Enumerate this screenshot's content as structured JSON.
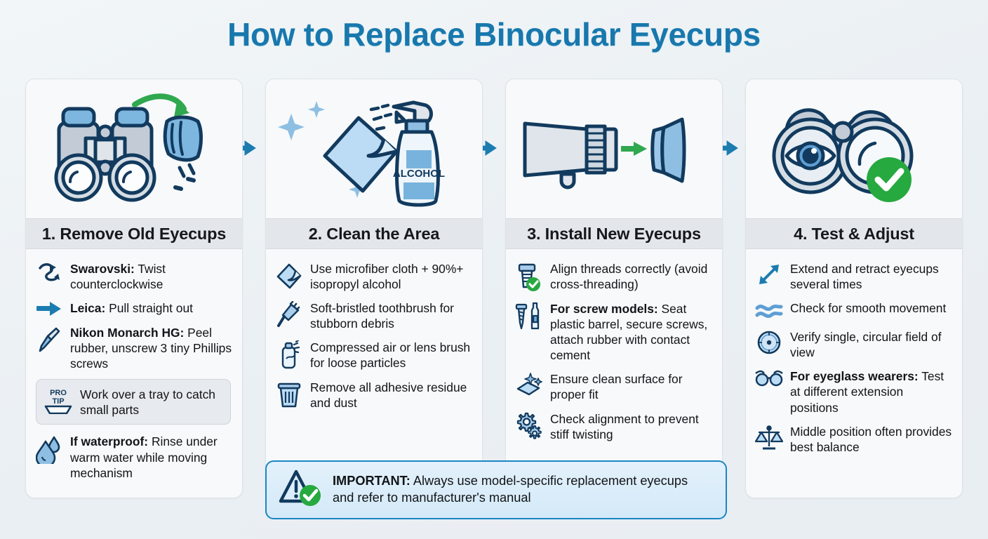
{
  "title": "How to Replace Binocular Eyecups",
  "colors": {
    "title_blue": "#1878ad",
    "arrow_blue": "#1b7cb0",
    "accent_green": "#2bb34a",
    "icon_outline": "#123a5e",
    "icon_fill": "#a9cdea",
    "panel_bg": "#f7f9fa",
    "panel_header_bg": "#e3e6eb",
    "page_bg": "#eef2f5"
  },
  "connectors": [
    {
      "name": "arrow-1-to-2",
      "glyph": "arrow-right-icon"
    },
    {
      "name": "arrow-2-to-3",
      "glyph": "arrow-right-icon"
    },
    {
      "name": "arrow-3-to-4",
      "glyph": "arrow-right-icon"
    }
  ],
  "panels": [
    {
      "id": "remove-old-eyecups",
      "title": "1. Remove Old Eyecups",
      "hero_icon": "binoculars-with-detached-eyecup-icon",
      "hero_label": "",
      "items": [
        {
          "icon": "twist-counterclockwise-arrow-icon",
          "bold": "Swarovski:",
          "text": " Twist counterclockwise"
        },
        {
          "icon": "arrow-right-icon",
          "bold": "Leica:",
          "text": " Pull straight out"
        },
        {
          "icon": "screwdriver-icon",
          "bold": "Nikon Monarch HG:",
          "text": " Peel rubber, unscrew 3 tiny Phillips screws"
        }
      ],
      "protip": {
        "badge_line1": "PRO",
        "badge_line2": "TIP",
        "icon": "tray-icon",
        "text": "Work over a tray to catch small parts"
      },
      "items_after": [
        {
          "icon": "water-drop-icon",
          "bold": "If waterproof:",
          "text": " Rinse under warm water while moving mechanism"
        }
      ]
    },
    {
      "id": "clean-the-area",
      "title": "2. Clean the Area",
      "hero_icon": "microfiber-cloth-and-alcohol-spray-bottle-icon",
      "hero_label": "ALCOHOL",
      "items": [
        {
          "icon": "microfiber-cloth-icon",
          "bold": "",
          "text": "Use microfiber cloth + 90%+ isopropyl alcohol"
        },
        {
          "icon": "toothbrush-icon",
          "bold": "",
          "text": "Soft-bristled toothbrush for stubborn debris"
        },
        {
          "icon": "compressed-air-can-icon",
          "bold": "",
          "text": "Compressed air or lens brush for loose particles"
        },
        {
          "icon": "trash-can-icon",
          "bold": "",
          "text": "Remove all adhesive residue and dust"
        }
      ],
      "protip": null,
      "items_after": []
    },
    {
      "id": "install-new-eyecups",
      "title": "3. Install New Eyecups",
      "hero_icon": "barrel-threads-with-new-eyecup-icon",
      "hero_label": "",
      "items": [
        {
          "icon": "bolt-with-check-icon",
          "bold": "",
          "text": "Align threads correctly (avoid cross-threading)"
        },
        {
          "icon": "screw-and-glue-bottle-icon",
          "bold": "For screw models:",
          "text": " Seat plastic barrel, secure screws, attach rubber with contact cement"
        },
        {
          "icon": "sparkle-clean-surface-icon",
          "bold": "",
          "text": "Ensure clean surface for proper fit"
        },
        {
          "icon": "gears-icon",
          "bold": "",
          "text": "Check alignment to prevent stiff twisting"
        }
      ],
      "protip": null,
      "items_after": []
    },
    {
      "id": "test-and-adjust",
      "title": "4. Test & Adjust",
      "hero_icon": "binoculars-with-eye-and-green-check-icon",
      "hero_label": "",
      "items": [
        {
          "icon": "extend-retract-arrows-icon",
          "bold": "",
          "text": "Extend and retract eyecups several times"
        },
        {
          "icon": "smooth-waves-icon",
          "bold": "",
          "text": "Check for smooth movement"
        },
        {
          "icon": "field-of-view-circle-icon",
          "bold": "",
          "text": "Verify single, circular field of view"
        },
        {
          "icon": "eyeglasses-icon",
          "bold": "For eyeglass wearers:",
          "text": " Test at different extension positions"
        },
        {
          "icon": "balance-scale-icon",
          "bold": "",
          "text": "Middle position often provides best balance"
        }
      ],
      "protip": null,
      "items_after": []
    }
  ],
  "important": {
    "icon": "warning-triangle-with-check-icon",
    "bold": "IMPORTANT:",
    "text": " Always use model-specific replacement eyecups and refer to manufacturer's manual"
  }
}
